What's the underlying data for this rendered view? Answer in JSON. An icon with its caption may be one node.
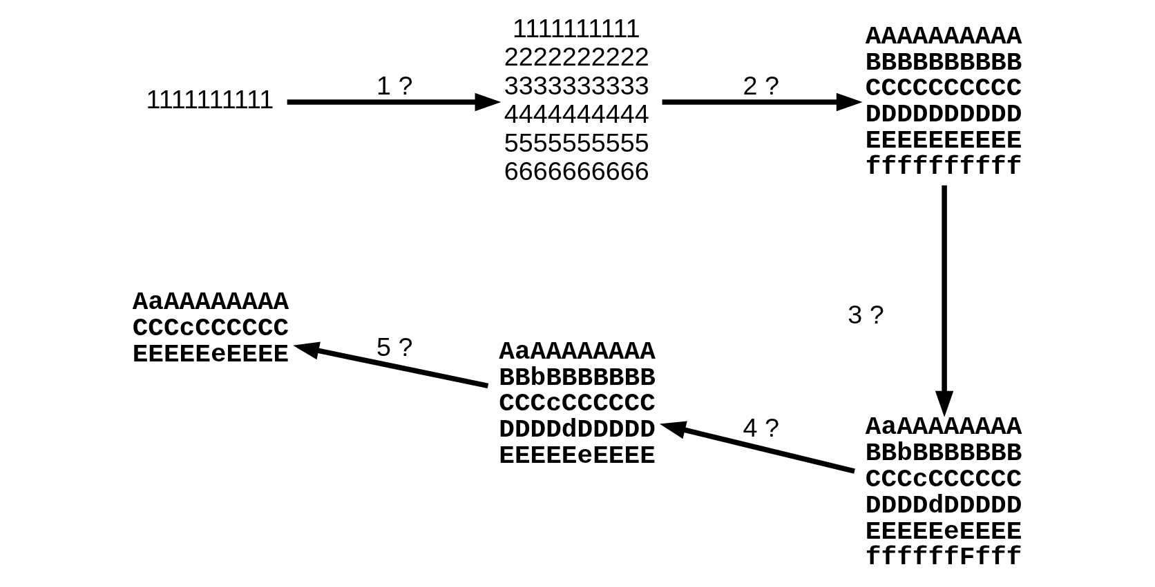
{
  "diagram": {
    "nodes": [
      {
        "text": [
          "1111111111"
        ]
      },
      {
        "text": [
          "1111111111",
          "2222222222",
          "3333333333",
          "4444444444",
          "5555555555",
          "6666666666"
        ]
      },
      {
        "text": [
          "AAAAAAAAAA",
          "BBBBBBBBBB",
          "CCCCCCCCCC",
          "DDDDDDDDDD",
          "EEEEEEEEEE",
          "ffffffffff"
        ]
      },
      {
        "text": [
          "AaAAAAAAAA",
          "BBbBBBBBBB",
          "CCCcCCCCCC",
          "DDDDdDDDDD",
          "EEEEEeEEEE",
          "ffffffFfff"
        ]
      },
      {
        "text": [
          "AaAAAAAAAA",
          "BBbBBBBBBB",
          "CCCcCCCCCC",
          "DDDDdDDDDD",
          "EEEEEeEEEE"
        ]
      },
      {
        "text": [
          "AaAAAAAAAA",
          "CCCcCCCCCC",
          "EEEEEeEEEE"
        ]
      }
    ],
    "edges": [
      {
        "from": 0,
        "to": 1,
        "arrow": "to",
        "label": "1 ?"
      },
      {
        "from": 1,
        "to": 2,
        "arrow": "to",
        "label": "2 ?"
      },
      {
        "from": 2,
        "to": 3,
        "arrow": "to",
        "label": "3 ?"
      },
      {
        "from": 3,
        "to": 4,
        "arrow": "to",
        "label": "4 ?"
      },
      {
        "from": 4,
        "to": 5,
        "arrow": "to",
        "label": "5 ?"
      }
    ]
  }
}
